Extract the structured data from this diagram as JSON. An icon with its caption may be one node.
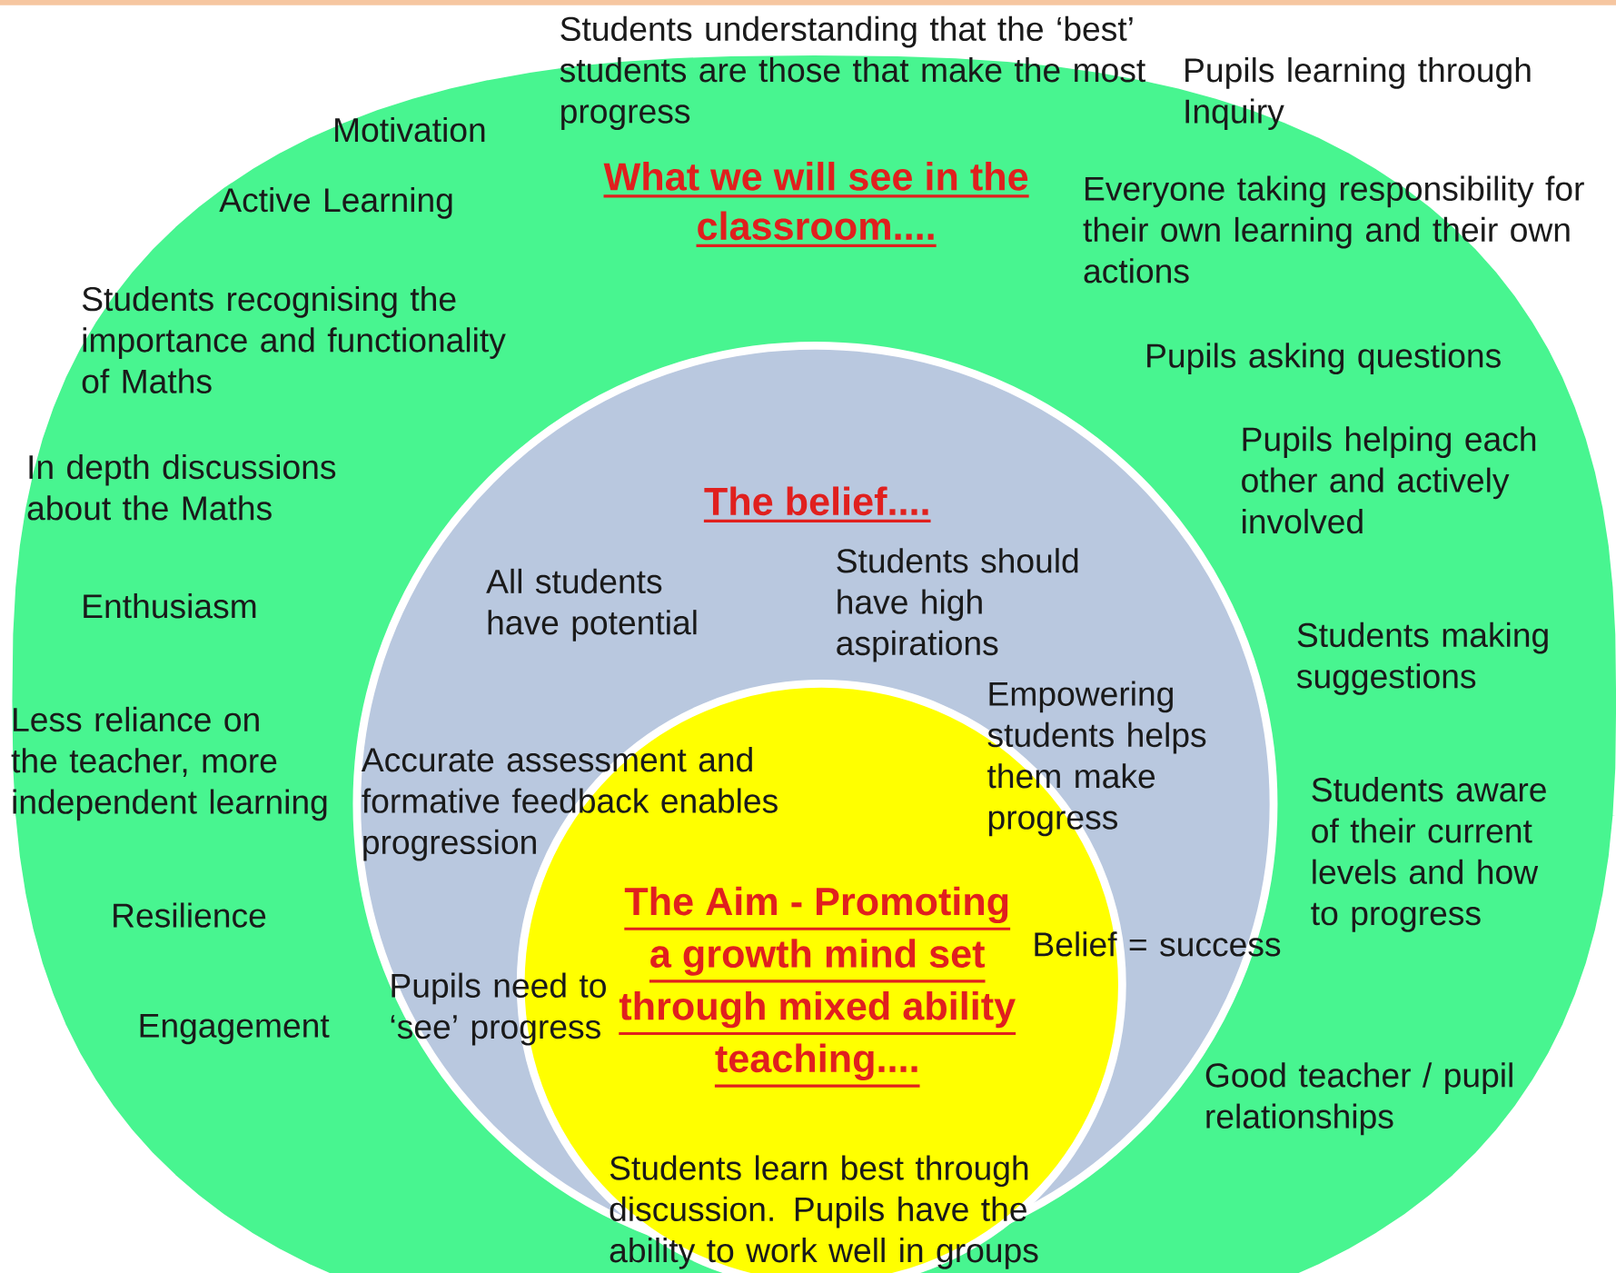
{
  "diagram": {
    "nodes": [
      {
        "text": [
          "What we will see in the classroom....",
          "Students understanding that the ‘best’ students are those that make the most progress",
          "Pupils learning through Inquiry",
          "Motivation",
          "Active Learning",
          "Everyone taking responsibility for their own learning and their own actions",
          "Students recognising the importance and functionality of Maths",
          "Pupils asking questions",
          "Pupils helping each other and actively involved",
          "In depth discussions about the Maths",
          "Enthusiasm",
          "Students making suggestions",
          "Less reliance on the teacher, more independent learning",
          "Students aware of their current levels and how to progress",
          "Resilience",
          "Engagement",
          "Good teacher / pupil relationships"
        ]
      },
      {
        "text": [
          "The belief....",
          "Students should have high aspirations",
          "All students have potential",
          "Empowering students helps them make progress",
          "Accurate assessment and formative feedback enables progression",
          "Belief = success",
          "Pupils need to ‘see’ progress"
        ],
        "in": 0
      },
      {
        "text": [
          "The Aim - Promoting a growth mind set through mixed ability teaching....",
          "Students learn best through discussion. Pupils have the ability to work well in groups"
        ],
        "in": 1
      }
    ]
  }
}
